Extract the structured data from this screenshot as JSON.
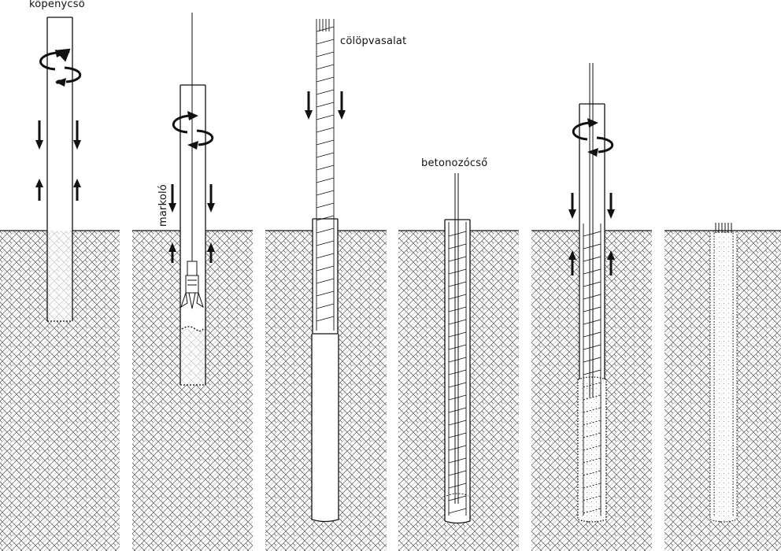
{
  "labels": {
    "casing_tube": "köpenycső",
    "grab": "markoló",
    "pile_reinforcement": "cölöpvasalat",
    "concreting_pipe": "betonozócső"
  },
  "stages": [
    {
      "id": "1",
      "name": "casing-driving"
    },
    {
      "id": "2",
      "name": "excavation-with-grab"
    },
    {
      "id": "3",
      "name": "reinforcement-placement"
    },
    {
      "id": "4",
      "name": "concreting-pipe-inserted"
    },
    {
      "id": "5",
      "name": "concreting-and-casing-extraction"
    },
    {
      "id": "6",
      "name": "finished-pile"
    }
  ],
  "colors": {
    "line": "#111111",
    "soil_hatch": "#6b6b6b",
    "background": "#ffffff"
  }
}
